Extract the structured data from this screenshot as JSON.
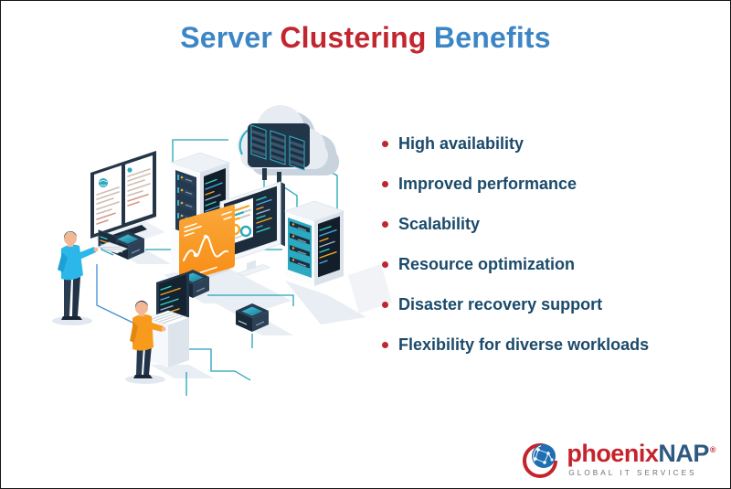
{
  "title": {
    "word1": "Server",
    "word2": "Clustering",
    "word3": "Benefits"
  },
  "benefits": [
    "High availability",
    "Improved performance",
    "Scalability",
    "Resource optimization",
    "Disaster recovery support",
    "Flexibility for diverse workloads"
  ],
  "logo": {
    "brand_primary": "phoenix",
    "brand_secondary": "NAP",
    "registered_mark": "®",
    "tagline": "GLOBAL IT SERVICES"
  },
  "illustration": {
    "elements": [
      "cloud-servers-icon",
      "presentation-board-icon",
      "server-tower-icon",
      "dashboard-monitor-icon",
      "analytics-panel-icon",
      "network-switch-icon",
      "admin-with-laptop-icon",
      "operator-at-terminal-icon"
    ]
  },
  "colors": {
    "title_blue": "#3c86c5",
    "title_red": "#c2262e",
    "benefit_text": "#1b4a6b",
    "bullet_red": "#bf2730",
    "logo_red": "#c5232b",
    "logo_navy": "#2e5a82",
    "line_teal": "#23a5b8",
    "line_blue": "#3f8ed2",
    "accent_orange": "#f5901d",
    "accent_cyan": "#2bb7e9",
    "dark_navy": "#223347"
  }
}
